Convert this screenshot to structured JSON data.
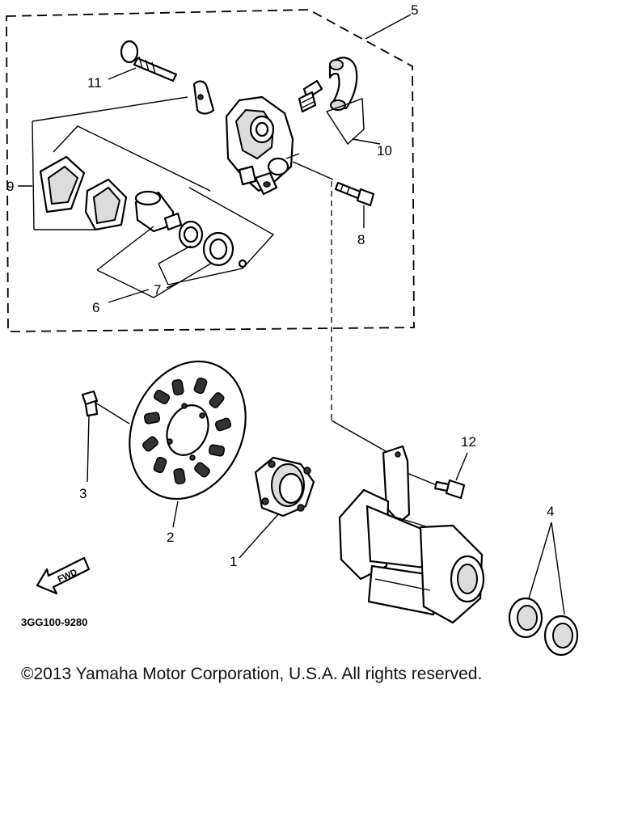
{
  "diagram": {
    "callouts": [
      "1",
      "2",
      "3",
      "4",
      "5",
      "6",
      "7",
      "8",
      "9",
      "10",
      "11",
      "12"
    ],
    "code": "3GG100-9280",
    "fwd_label": "FWD",
    "icons": [
      "fwd-arrow-icon"
    ]
  },
  "footer": {
    "copyright": "©2013 Yamaha Motor Corporation, U.S.A. All rights reserved."
  }
}
